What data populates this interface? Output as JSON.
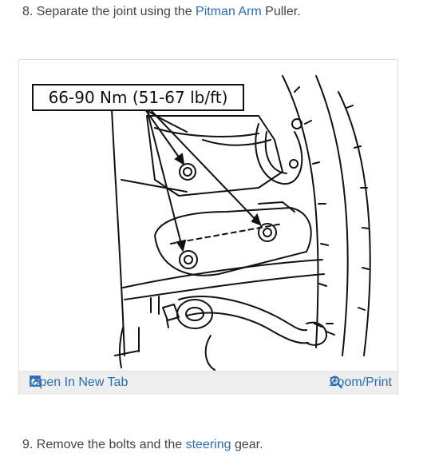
{
  "steps": {
    "step8": {
      "prefix": "8. Separate the joint using the ",
      "link": "Pitman Arm",
      "suffix": " Puller."
    },
    "step9": {
      "prefix": "9. Remove the bolts and the ",
      "link": "steering",
      "suffix": " gear."
    }
  },
  "figure": {
    "torque_label": "66-90 Nm (51-67 lb/ft)"
  },
  "toolbar": {
    "open_label": "Open In New Tab",
    "zoom_label": "Zoom/Print",
    "open_icon": "open-in-new-tab-icon",
    "zoom_icon": "zoom-magnifier-icon"
  },
  "colors": {
    "link": "#2a6fb5",
    "toolbar_bg": "#eeeeee"
  }
}
